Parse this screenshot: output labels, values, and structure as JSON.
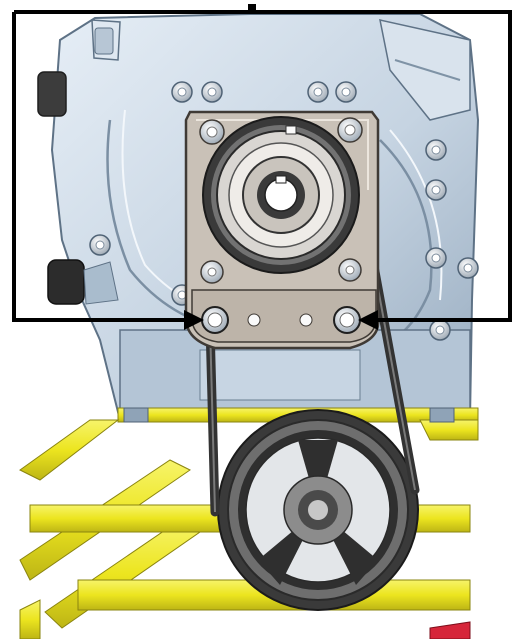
{
  "figure": {
    "subject": "engine-front-belt-drive",
    "callout_box": "callout-rectangle",
    "arrows": [
      "left-arrow-icon",
      "right-arrow-icon"
    ],
    "highlighted_parts": [
      "left-mounting-bolt",
      "right-mounting-bolt"
    ]
  },
  "colors": {
    "background": "#ffffff",
    "engine_light": "#d3dfeb",
    "engine_mid": "#a9bccd",
    "engine_dark": "#6b7f93",
    "bracket_plate": "#c8c0b6",
    "bracket_edge": "#4a4540",
    "belt": "#3d3d3d",
    "pulley_dark": "#2f2f2f",
    "pulley_gray": "#8c8c8c",
    "frame_yellow": "#f2ee2a",
    "frame_yellow_shadow": "#bdb515",
    "callout_stroke": "#000000",
    "red_part": "#d6263a"
  }
}
